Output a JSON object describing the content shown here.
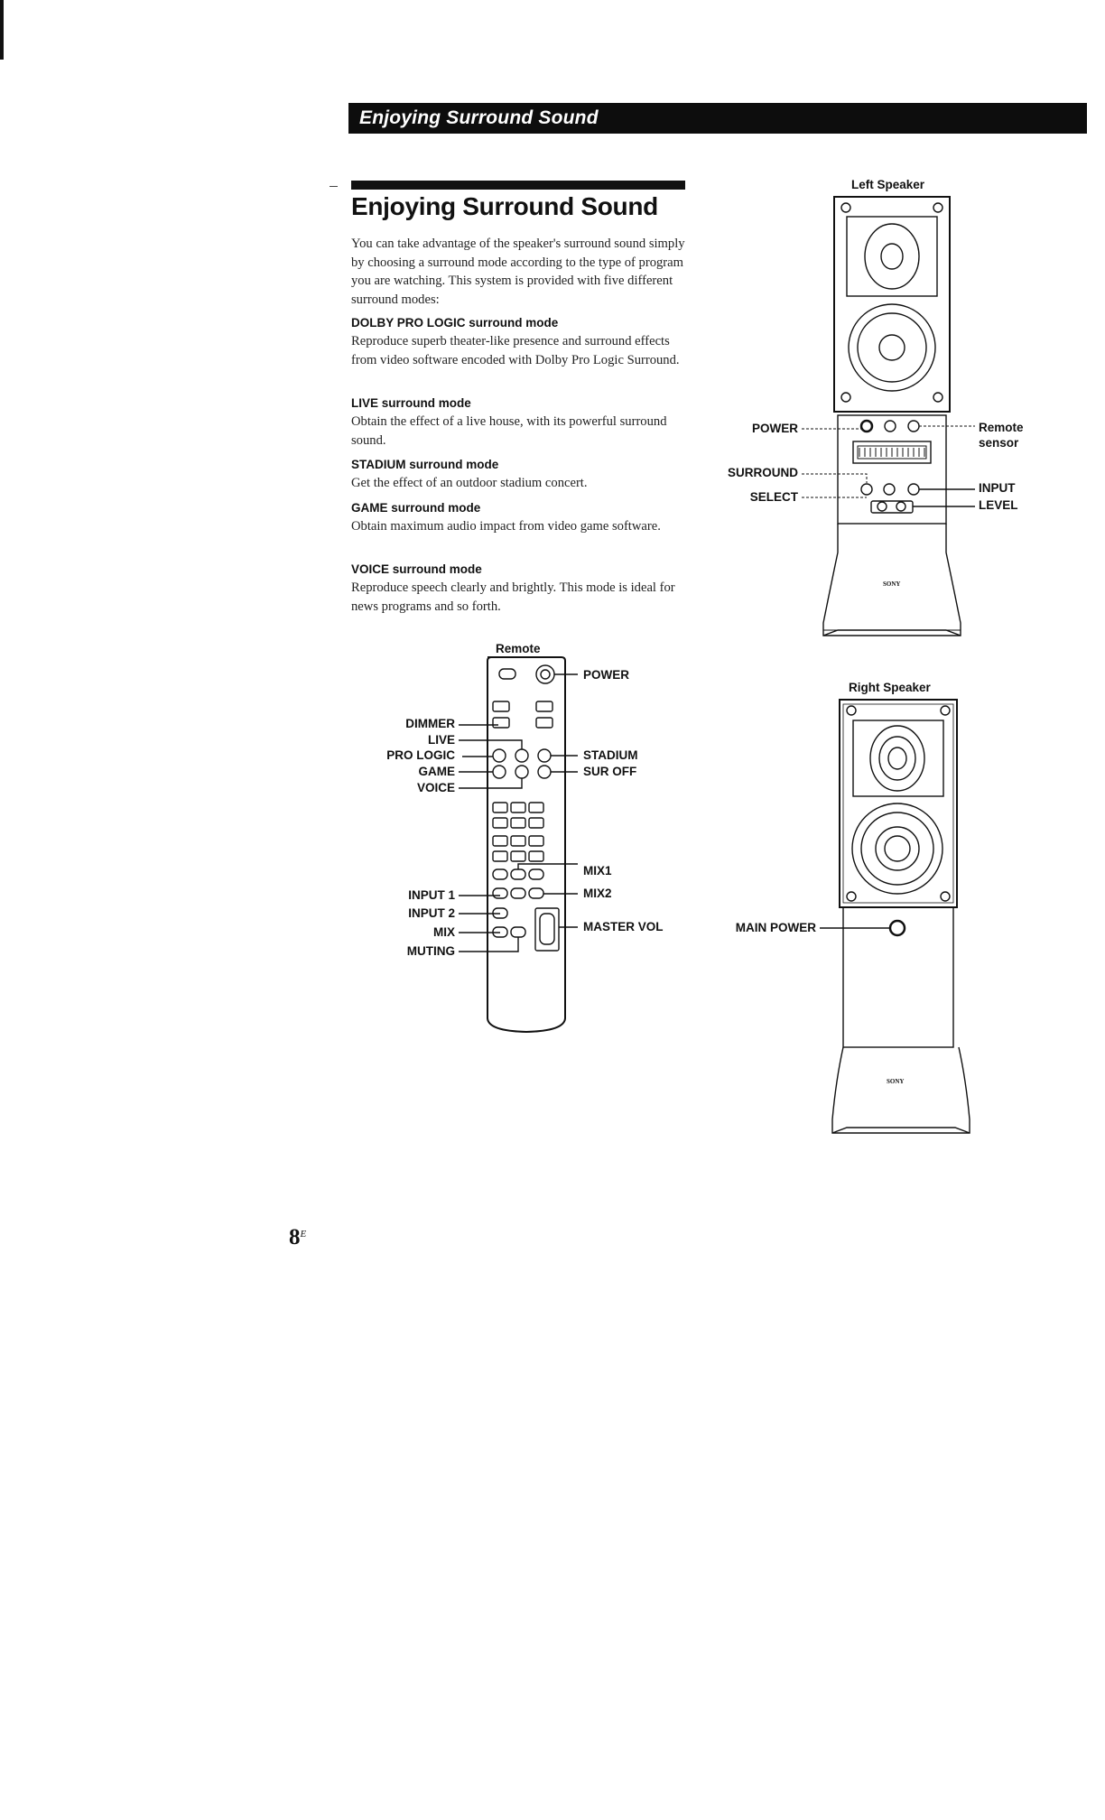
{
  "header": {
    "title": "Enjoying Surround Sound"
  },
  "section": {
    "title": "Enjoying Surround Sound",
    "intro": "You can take advantage of the speaker's surround sound simply by choosing a surround mode according to the type of program you are watching. This system is provided with five different surround modes:",
    "modes": [
      {
        "name": "DOLBY PRO LOGIC surround mode",
        "description": "Reproduce superb theater-like presence and surround effects from video software encoded with Dolby Pro Logic Surround."
      },
      {
        "name": "LIVE surround mode",
        "description": "Obtain the effect of a live house, with its powerful surround sound."
      },
      {
        "name": "STADIUM surround mode",
        "description": "Get the effect of an outdoor stadium concert."
      },
      {
        "name": "GAME surround mode",
        "description": "Obtain maximum audio impact from video game software."
      },
      {
        "name": "VOICE surround mode",
        "description": "Reproduce speech clearly and brightly. This mode is ideal for news programs and so forth."
      }
    ]
  },
  "remote": {
    "caption": "Remote",
    "labels_left": [
      "DIMMER",
      "LIVE",
      "PRO LOGIC",
      "GAME",
      "VOICE",
      "INPUT 1",
      "INPUT 2",
      "MIX",
      "MUTING"
    ],
    "labels_right": [
      "POWER",
      "STADIUM",
      "SUR OFF",
      "MIX1",
      "MIX2",
      "MASTER VOL"
    ]
  },
  "left_speaker": {
    "caption": "Left Speaker",
    "labels_left": [
      "POWER",
      "SURROUND",
      "SELECT"
    ],
    "labels_right": [
      "Remote",
      "sensor",
      "INPUT",
      "LEVEL"
    ],
    "brand": "SONY"
  },
  "right_speaker": {
    "caption": "Right Speaker",
    "labels_left": [
      "MAIN POWER"
    ],
    "brand": "SONY"
  },
  "footer": {
    "page_number": "8",
    "page_suffix": "E"
  }
}
